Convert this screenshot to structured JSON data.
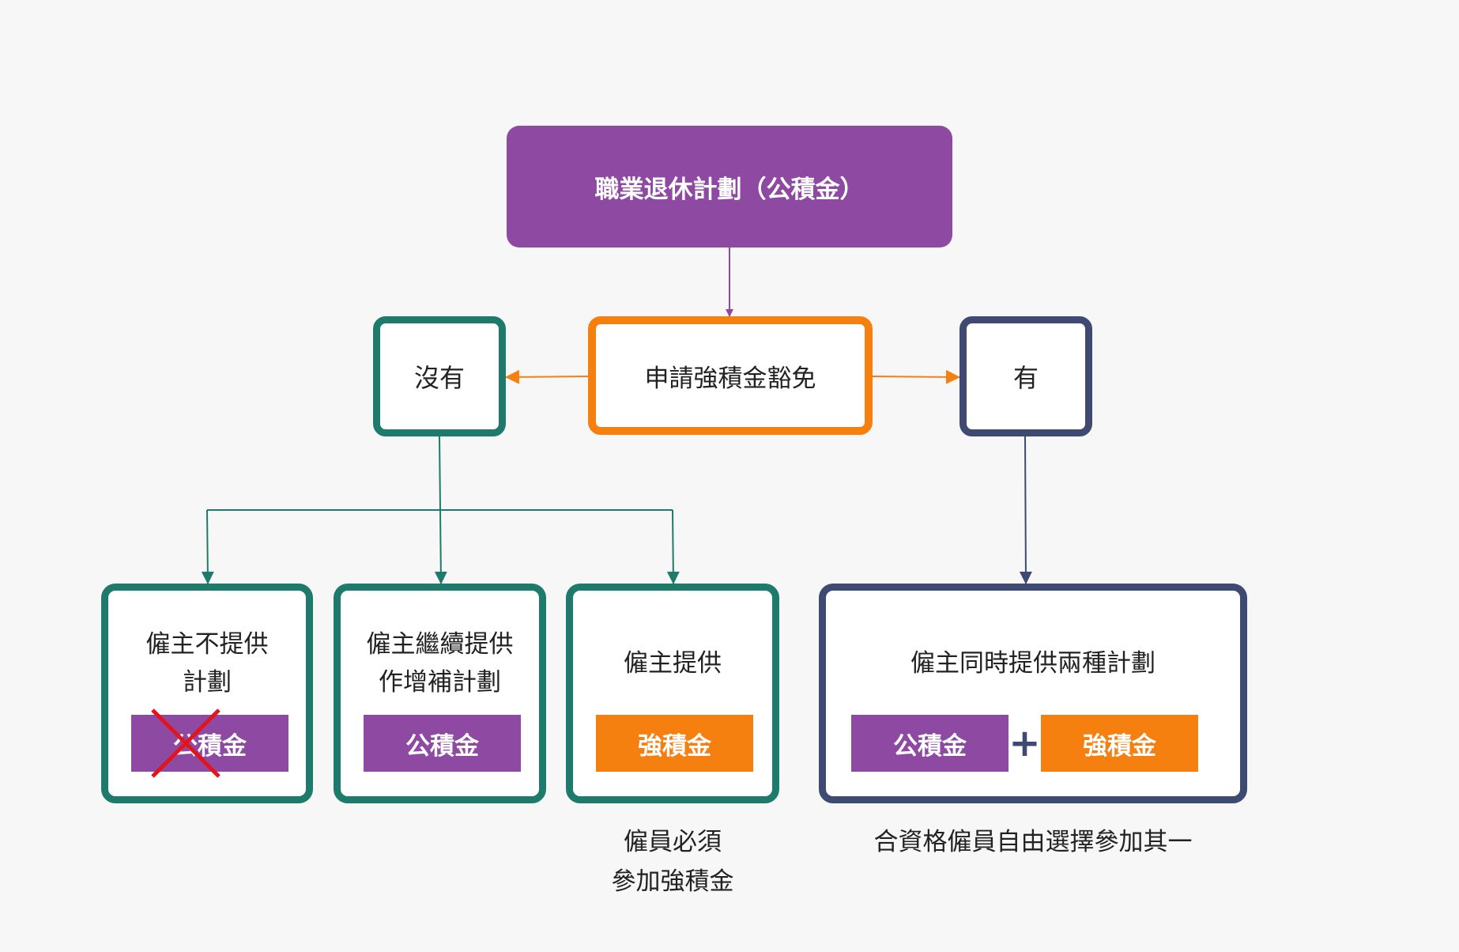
{
  "colors": {
    "purple": "#8e4aa3",
    "orange": "#f6800f",
    "teal": "#1e7a6b",
    "navy": "#3e4a72"
  },
  "top": {
    "title": "職業退休計劃（公積金）"
  },
  "apply": {
    "label": "申請強積金豁免"
  },
  "no_branch": {
    "label": "沒有"
  },
  "yes_branch": {
    "label": "有"
  },
  "options": [
    {
      "line1": "僱主不提供",
      "line2": "計劃",
      "tag": "公積金",
      "crossed_out": true
    },
    {
      "line1": "僱主繼續提供",
      "line2": "作增補計劃",
      "tag": "公積金"
    },
    {
      "line1": "僱主提供",
      "tag": "強積金"
    },
    {
      "line1": "僱主同時提供兩種計劃",
      "tag_left": "公積金",
      "plus": "+",
      "tag_right": "強積金"
    }
  ],
  "notes": {
    "employee_line1": "僱員必須",
    "employee_line2": "參加強積金",
    "choice": "合資格僱員自由選擇參加其一"
  },
  "icons": {
    "cross": "red-cross-icon",
    "plus": "plus-icon"
  }
}
